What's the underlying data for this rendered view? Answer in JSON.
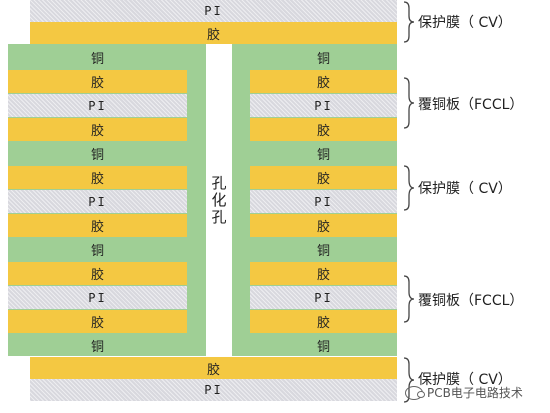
{
  "layers": {
    "pi": "PI",
    "glue": "胶",
    "copper": "铜"
  },
  "hole_label": "孔化孔",
  "labels": {
    "cv_top": "保护膜（ CV）",
    "fccl_1": "覆铜板（FCCL）",
    "cv_mid": "保护膜（ CV）",
    "fccl_2": "覆铜板（FCCL）",
    "cv_bottom": "保护膜（ CV）"
  },
  "watermark": "PCB电子电路技术",
  "colors": {
    "pi": "#d8d8de",
    "glue": "#f4c842",
    "copper": "#9fcf95",
    "hole": "#ffffff"
  }
}
